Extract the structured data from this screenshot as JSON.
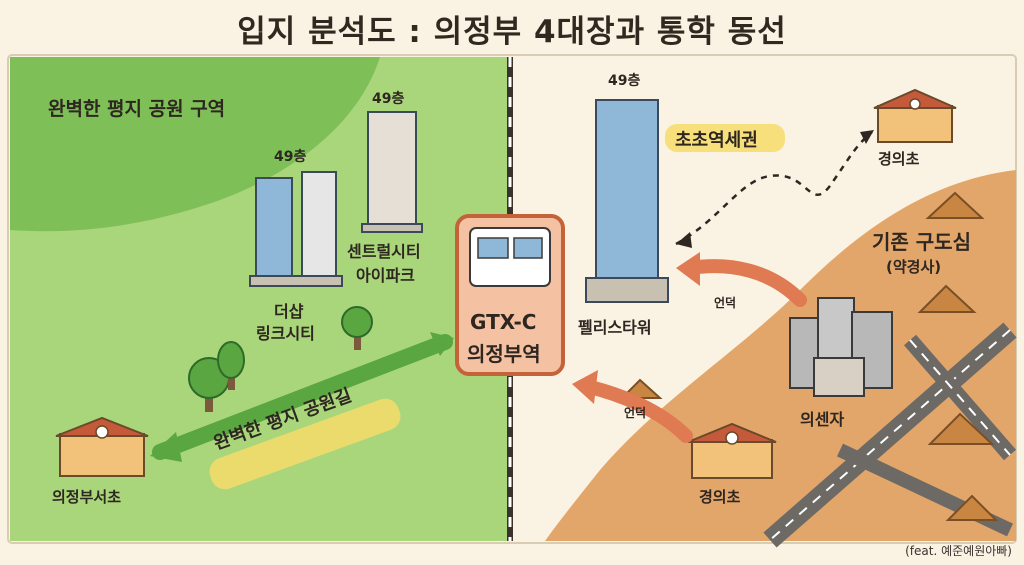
{
  "title": "입지 분석도 : 의정부 4대장과 통학 동선",
  "left_zone": {
    "label": "완벽한 평지 공원 구역",
    "path_label": "완벽한 평지 공원길"
  },
  "right_zone": {
    "label": "기존 구도심",
    "sublabel": "(약경사)",
    "station_area_label": "초초역세권"
  },
  "station": {
    "line1": "GTX-C",
    "line2": "의정부역"
  },
  "buildings": {
    "thesharp": {
      "floors": "49층",
      "name1": "더샵",
      "name2": "링크시티"
    },
    "centralcity": {
      "floors": "49층",
      "name1": "센트럴시티",
      "name2": "아이파크"
    },
    "felice": {
      "floors": "49층",
      "name": "펠리스타워"
    },
    "eusenza": {
      "name": "의센자"
    }
  },
  "schools": {
    "seocho": "의정부서초",
    "gyeongui_top": "경의초",
    "gyeongui_bottom": "경의초"
  },
  "slopes": {
    "upper": "언덕",
    "lower": "언덕"
  },
  "credit": "(feat. 예준예원아빠)",
  "colors": {
    "park": "#a9d67b",
    "park_dark": "#7fbf58",
    "old_town": "#e3a66a",
    "background": "#faf3e3",
    "arrow_green": "#5aa640",
    "arrow_orange": "#e07a52",
    "station_border": "#c4623a",
    "highlight_yellow": "#f6dc6a"
  },
  "icons": {
    "school": "school-icon",
    "train": "train-icon",
    "tree": "tree-icon",
    "hill": "hill-icon"
  }
}
